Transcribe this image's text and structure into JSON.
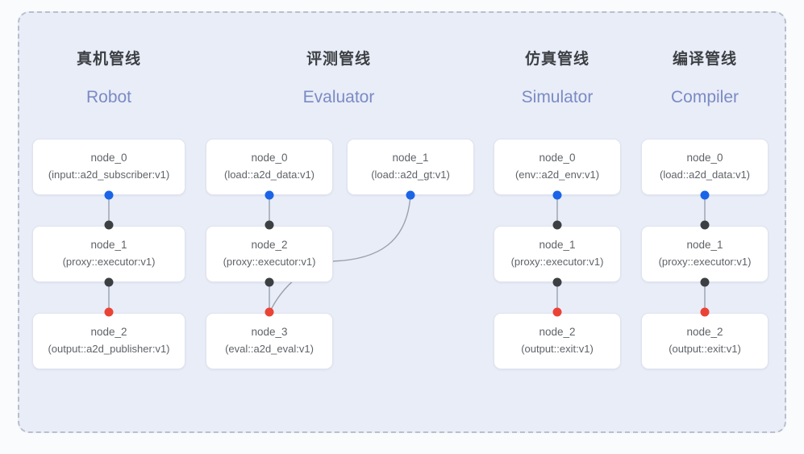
{
  "panel": {
    "background_color": "#e9edf8",
    "border_color": "#b9bfcc",
    "page_background": "#fafbfc"
  },
  "legend_colors": {
    "output_port": "#1a64e8",
    "passthrough_port": "#3c4043",
    "terminal_port": "#ea4335",
    "edge": "#9aa0ad",
    "header_en": "#7a8bc4",
    "header_cn": "#3c4043",
    "node_text": "#5f6368"
  },
  "columns": [
    {
      "title_cn": "真机管线",
      "title_en": "Robot",
      "nodes": [
        {
          "name": "node_0",
          "type": "(input::a2d_subscriber:v1)"
        },
        {
          "name": "node_1",
          "type": "(proxy::executor:v1)"
        },
        {
          "name": "node_2",
          "type": "(output::a2d_publisher:v1)"
        }
      ]
    },
    {
      "title_cn": "评测管线",
      "title_en": "Evaluator",
      "nodes": [
        {
          "name": "node_0",
          "type": "(load::a2d_data:v1)"
        },
        {
          "name": "node_1",
          "type": "(load::a2d_gt:v1)"
        },
        {
          "name": "node_2",
          "type": "(proxy::executor:v1)"
        },
        {
          "name": "node_3",
          "type": "(eval::a2d_eval:v1)"
        }
      ]
    },
    {
      "title_cn": "仿真管线",
      "title_en": "Simulator",
      "nodes": [
        {
          "name": "node_0",
          "type": "(env::a2d_env:v1)"
        },
        {
          "name": "node_1",
          "type": "(proxy::executor:v1)"
        },
        {
          "name": "node_2",
          "type": "(output::exit:v1)"
        }
      ]
    },
    {
      "title_cn": "编译管线",
      "title_en": "Compiler",
      "nodes": [
        {
          "name": "node_0",
          "type": "(load::a2d_data:v1)"
        },
        {
          "name": "node_1",
          "type": "(proxy::executor:v1)"
        },
        {
          "name": "node_2",
          "type": "(output::exit:v1)"
        }
      ]
    }
  ]
}
